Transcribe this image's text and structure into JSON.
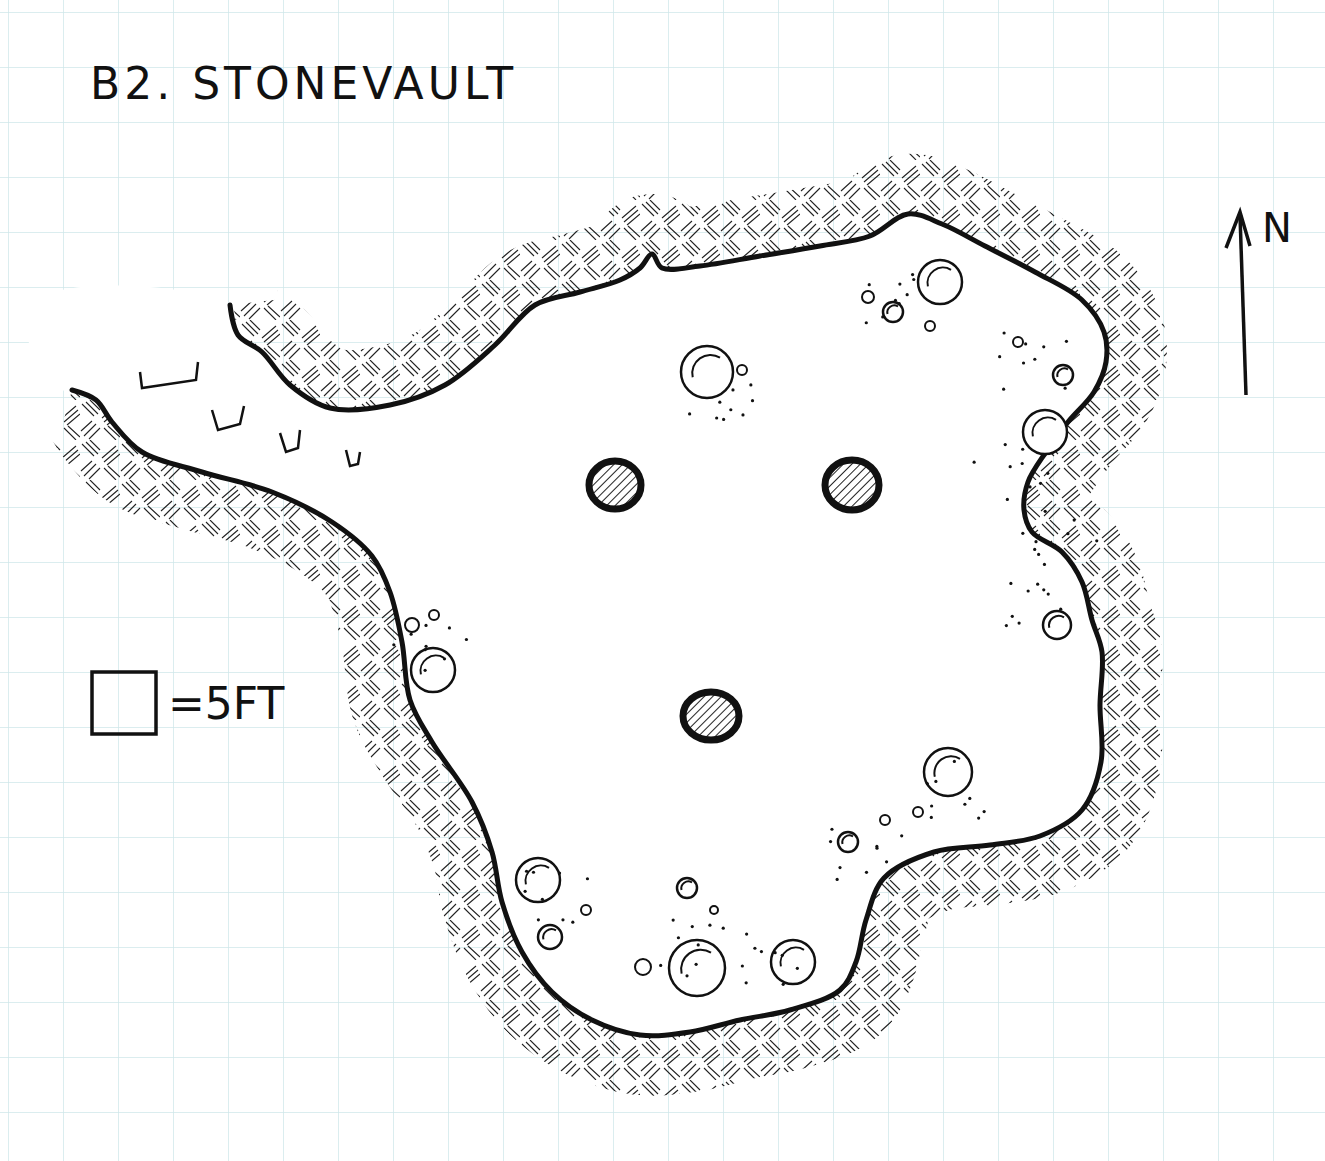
{
  "diagram": {
    "title": "B2. STONEVAULT",
    "labels": [
      "N",
      "=5FT"
    ]
  }
}
